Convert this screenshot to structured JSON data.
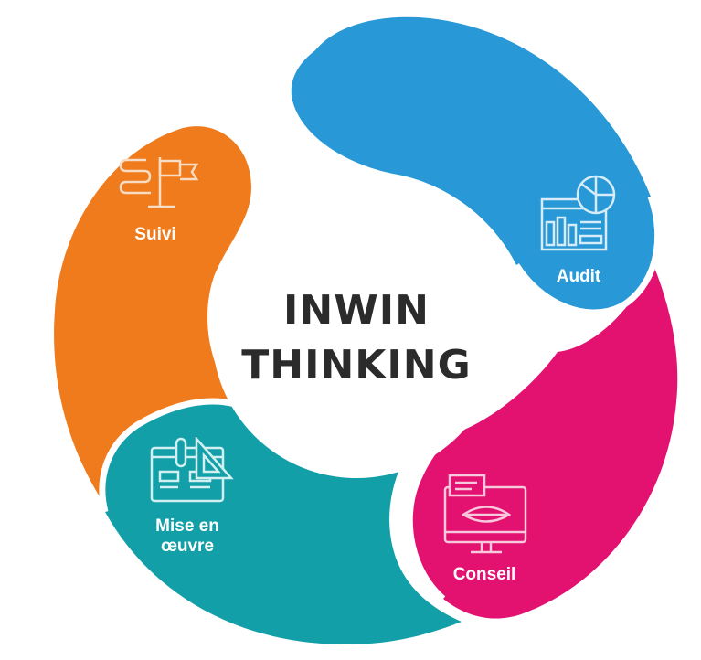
{
  "center": {
    "line1": "INWIN",
    "line2": "THINKING"
  },
  "segments": [
    {
      "id": "audit",
      "label": "Audit",
      "color": "#2898d6",
      "icon": "report-chart-icon"
    },
    {
      "id": "conseil",
      "label": "Conseil",
      "color": "#e3116f",
      "icon": "monitor-speech-icon"
    },
    {
      "id": "mise-en-oeuvre",
      "label_line1": "Mise en",
      "label_line2": "œuvre",
      "color": "#129fa8",
      "icon": "blueprint-ruler-icon"
    },
    {
      "id": "suivi",
      "label": "Suivi",
      "color": "#ef7b1c",
      "icon": "flag-path-icon"
    }
  ]
}
